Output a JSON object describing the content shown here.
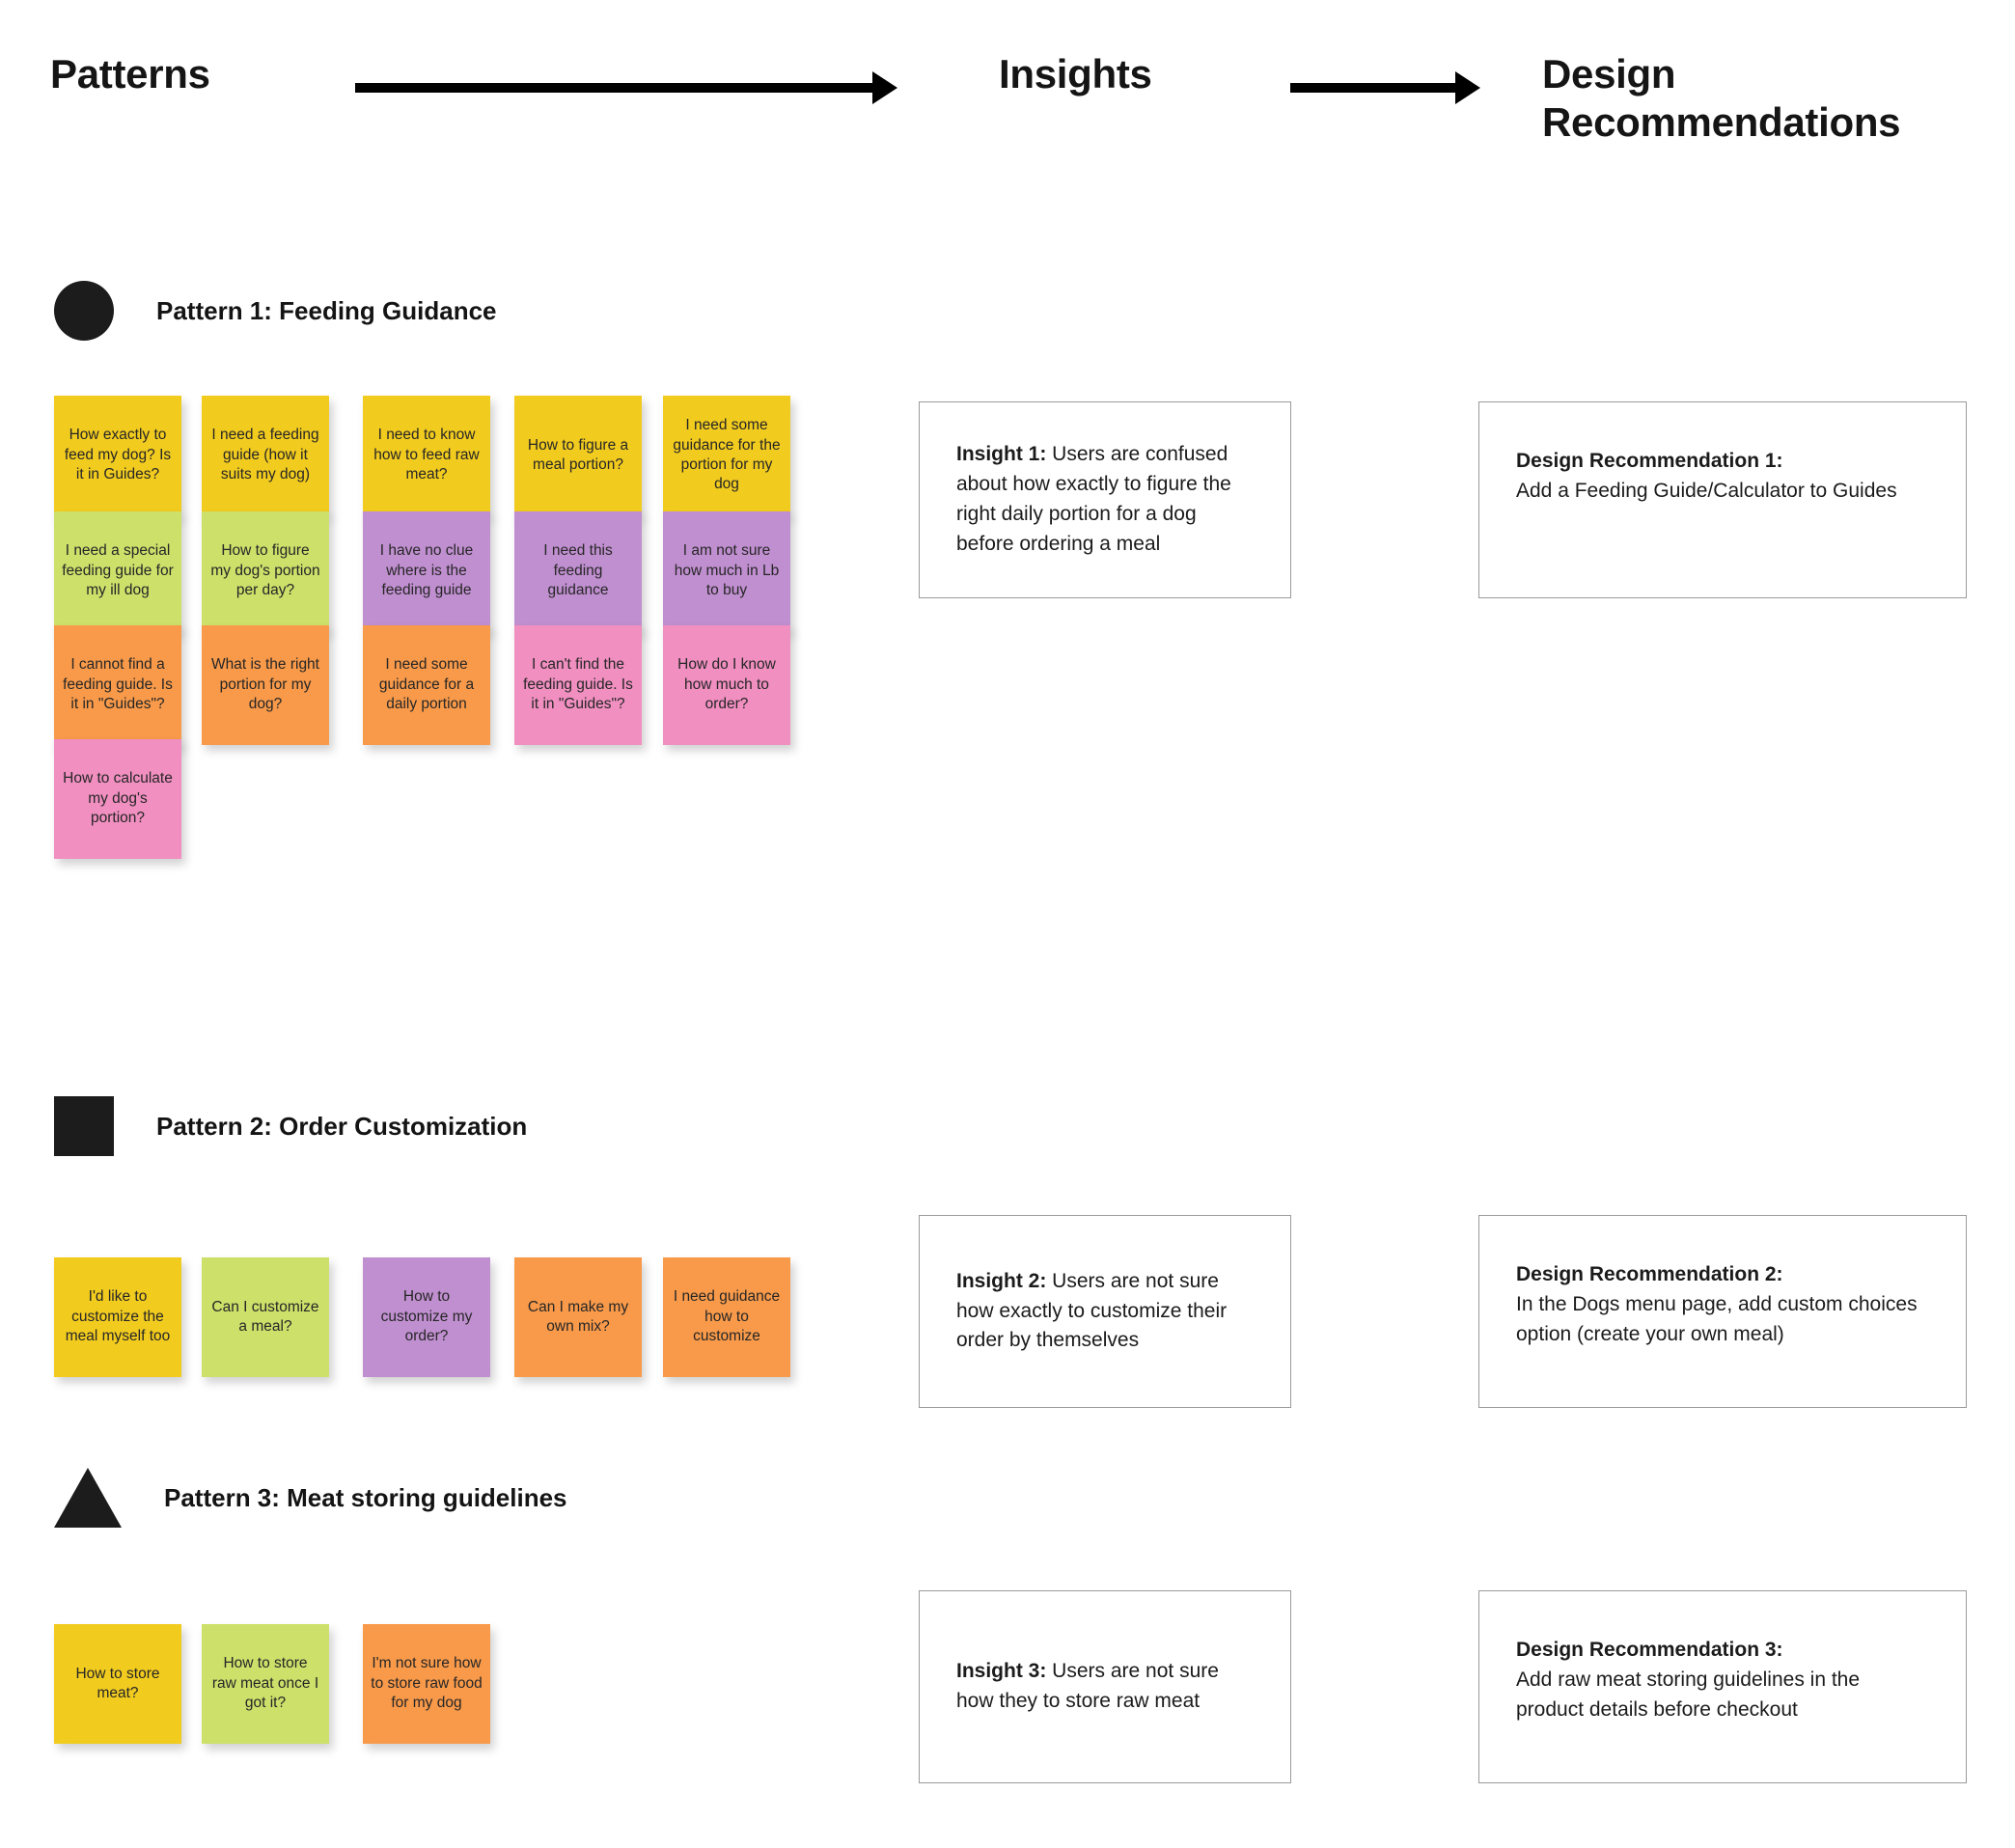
{
  "header": {
    "columns": [
      {
        "label": "Patterns"
      },
      {
        "label": "Insights"
      },
      {
        "label": "Design Recommendations"
      }
    ],
    "arrow_1": "arrow-right",
    "arrow_2": "arrow-right"
  },
  "colors": {
    "yellow": "#f2cb1f",
    "green": "#cce06a",
    "purple": "#c08fd0",
    "orange": "#f89a4a",
    "pink": "#f08fc0",
    "marker": "#1c1c1c",
    "box_border": "#9a9a9a",
    "background": "#ffffff"
  },
  "patterns": [
    {
      "marker": "circle",
      "title": "Pattern 1: Feeding Guidance",
      "notes": [
        {
          "text": "How exactly to feed my dog? Is it in Guides?",
          "color": "yellow",
          "row": 0,
          "col": 0
        },
        {
          "text": "I need a feeding guide (how it suits my dog)",
          "color": "yellow",
          "row": 0,
          "col": 1
        },
        {
          "text": "I need to know how to feed raw meat?",
          "color": "yellow",
          "row": 0,
          "col": 2
        },
        {
          "text": "How to figure a meal portion?",
          "color": "yellow",
          "row": 0,
          "col": 3
        },
        {
          "text": "I need some guidance for the portion for my dog",
          "color": "yellow",
          "row": 0,
          "col": 4
        },
        {
          "text": "I need a special feeding guide for my ill dog",
          "color": "green",
          "row": 1,
          "col": 0
        },
        {
          "text": "How to figure my dog's portion per day?",
          "color": "green",
          "row": 1,
          "col": 1
        },
        {
          "text": "I have no clue where is the feeding guide",
          "color": "purple",
          "row": 1,
          "col": 2
        },
        {
          "text": "I need this feeding guidance",
          "color": "purple",
          "row": 1,
          "col": 3
        },
        {
          "text": "I am not sure how much in Lb to buy",
          "color": "purple",
          "row": 1,
          "col": 4
        },
        {
          "text": "I cannot find a feeding guide. Is it in \"Guides\"?",
          "color": "orange",
          "row": 2,
          "col": 0
        },
        {
          "text": "What is the right portion for my dog?",
          "color": "orange",
          "row": 2,
          "col": 1
        },
        {
          "text": "I need some guidance for a daily portion",
          "color": "orange",
          "row": 2,
          "col": 2
        },
        {
          "text": "I can't find the feeding guide. Is it in \"Guides\"?",
          "color": "pink",
          "row": 2,
          "col": 3
        },
        {
          "text": "How do I know how much to order?",
          "color": "pink",
          "row": 2,
          "col": 4
        },
        {
          "text": "How to calculate my dog's portion?",
          "color": "pink",
          "row": 3,
          "col": 0
        }
      ],
      "insight": {
        "lead": "Insight 1:",
        "body": " Users are confused about how exactly to figure the right daily portion for a dog before ordering a meal"
      },
      "recommendation": {
        "lead": "Design Recommendation 1:",
        "body": "Add a Feeding Guide/Calculator to Guides"
      }
    },
    {
      "marker": "square",
      "title": "Pattern 2: Order Customization",
      "notes": [
        {
          "text": "I'd like to customize the meal myself too",
          "color": "yellow",
          "row": 0,
          "col": 0
        },
        {
          "text": "Can I customize a meal?",
          "color": "green",
          "row": 0,
          "col": 1
        },
        {
          "text": "How to customize my order?",
          "color": "purple",
          "row": 0,
          "col": 2
        },
        {
          "text": "Can I make my own mix?",
          "color": "orange",
          "row": 0,
          "col": 3
        },
        {
          "text": "I need guidance how to customize",
          "color": "orange",
          "row": 0,
          "col": 4
        }
      ],
      "insight": {
        "lead": "Insight 2:",
        "body": " Users are not sure how exactly to customize their order by themselves"
      },
      "recommendation": {
        "lead": "Design Recommendation 2:",
        "body": "In the Dogs menu page, add custom choices option (create your own meal)"
      }
    },
    {
      "marker": "triangle",
      "title": "Pattern 3: Meat storing guidelines",
      "notes": [
        {
          "text": "How to store meat?",
          "color": "yellow",
          "row": 0,
          "col": 0
        },
        {
          "text": "How to store raw meat once I got it?",
          "color": "green",
          "row": 0,
          "col": 1
        },
        {
          "text": "I'm not sure how to store raw food for my dog",
          "color": "orange",
          "row": 0,
          "col": 2
        }
      ],
      "insight": {
        "lead": "Insight 3:",
        "body": " Users are not sure how they to store raw meat"
      },
      "recommendation": {
        "lead": "Design Recommendation 3:",
        "body": "Add raw meat storing guidelines in the product details before checkout"
      }
    }
  ]
}
